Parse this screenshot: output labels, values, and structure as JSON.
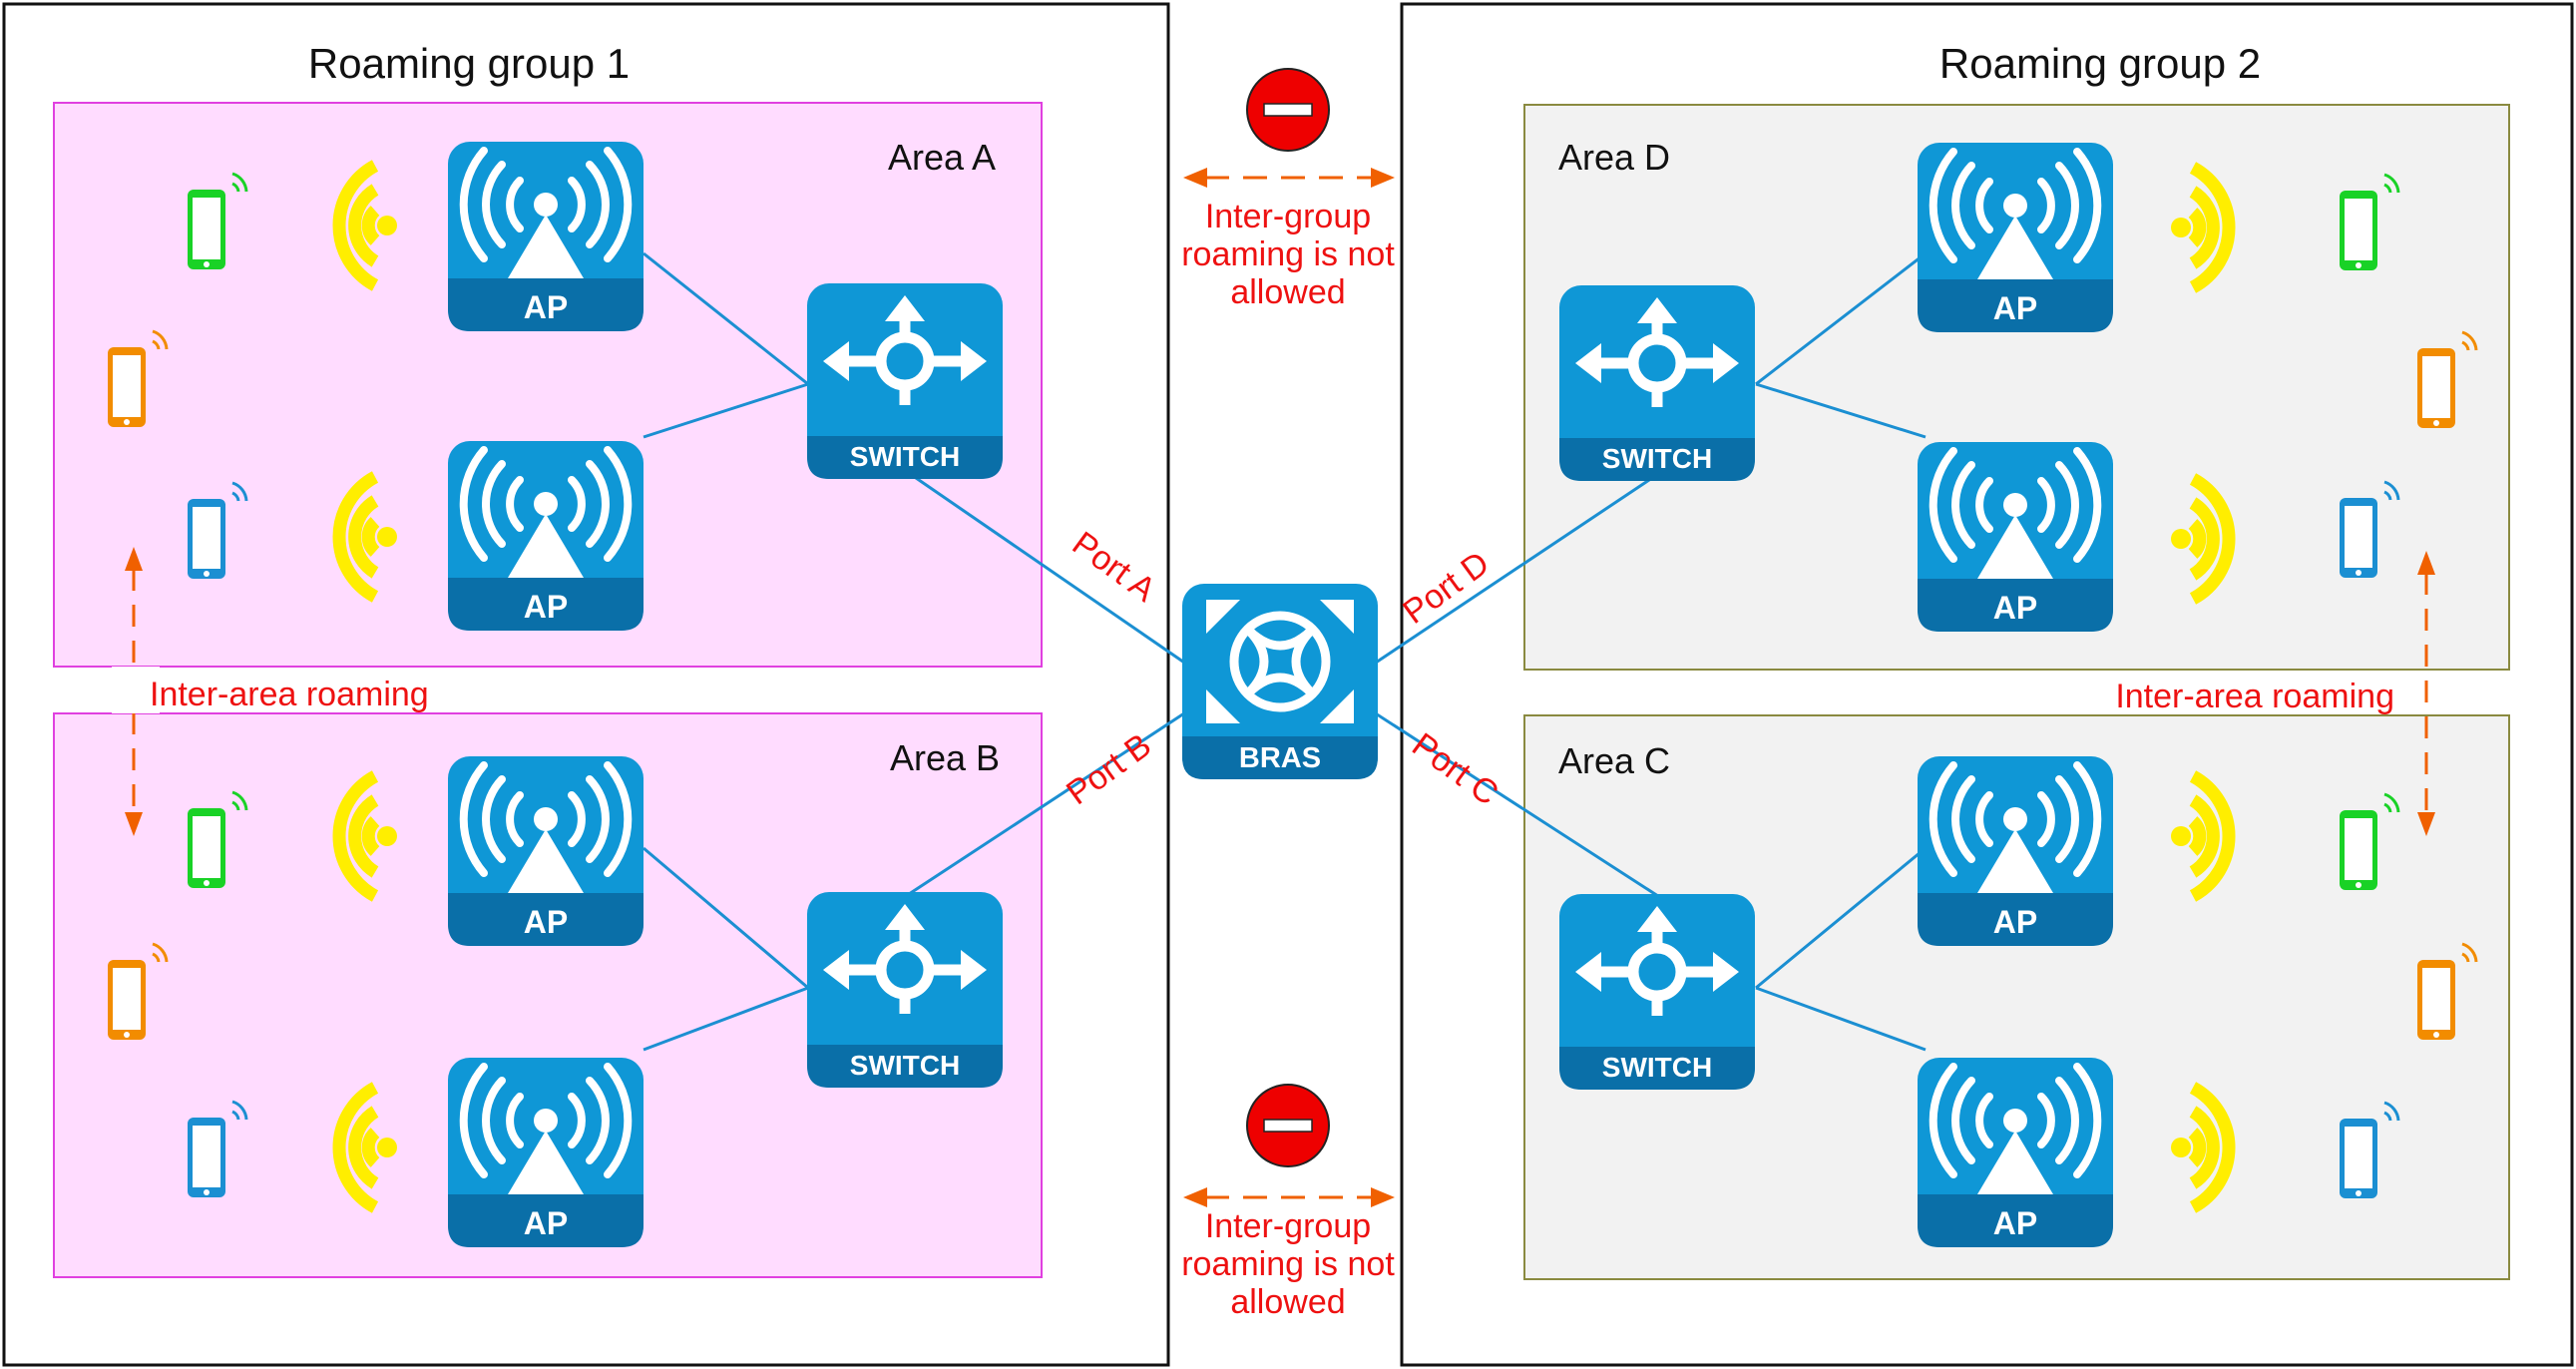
{
  "groups": [
    {
      "title": "Roaming group 1"
    },
    {
      "title": "Roaming group 2"
    }
  ],
  "areas": [
    {
      "label": "Area A"
    },
    {
      "label": "Area B"
    },
    {
      "label": "Area C"
    },
    {
      "label": "Area D"
    }
  ],
  "ap_label": "AP",
  "switch_label": "SWITCH",
  "bras_label": "BRAS",
  "ports": [
    {
      "label": "Port A"
    },
    {
      "label": "Port B"
    },
    {
      "label": "Port C"
    },
    {
      "label": "Port D"
    }
  ],
  "inter_group_note": {
    "lines": [
      "Inter-group",
      "roaming is not",
      "allowed"
    ]
  },
  "inter_area_note": "Inter-area roaming",
  "colors": {
    "area_group1_fill": "#ffdcff",
    "area_group1_stroke": "#e040e0",
    "area_group2_fill": "#f2f2f2",
    "area_group2_stroke": "#8a8a40",
    "device_blue": "#0f97d6",
    "device_band": "#0a6fa8",
    "link_line": "#1b8fd2",
    "signal_yellow": "#ffee00",
    "phone_green": "#19d226",
    "phone_orange": "#f28c00",
    "phone_blue": "#1b8fd2",
    "annotation_red": "#ee1111",
    "arrow_orange": "#f06000"
  }
}
